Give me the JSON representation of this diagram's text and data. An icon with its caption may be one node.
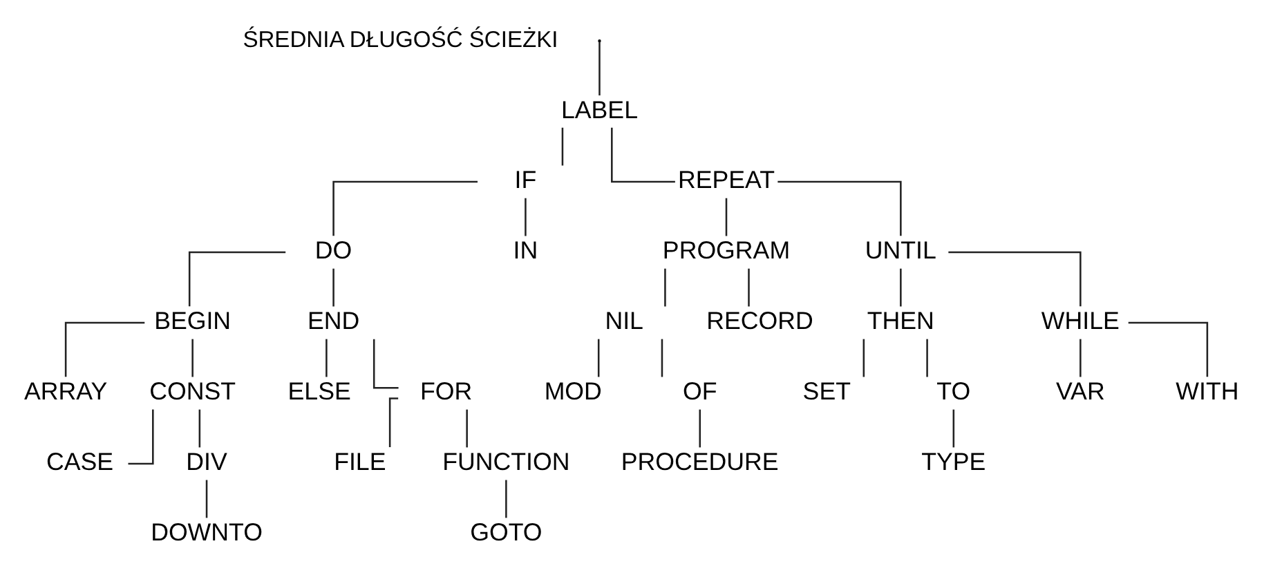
{
  "diagram": {
    "nodes": [
      {
        "text": [
          "LABEL"
        ]
      },
      {
        "text": [
          "IF"
        ]
      },
      {
        "text": [
          "REPEAT"
        ]
      },
      {
        "text": [
          "DO"
        ]
      },
      {
        "text": [
          "IN"
        ]
      },
      {
        "text": [
          "PROGRAM"
        ]
      },
      {
        "text": [
          "UNTIL"
        ]
      },
      {
        "text": [
          "BEGIN"
        ]
      },
      {
        "text": [
          "END"
        ]
      },
      {
        "text": [
          "NIL"
        ]
      },
      {
        "text": [
          "RECORD"
        ]
      },
      {
        "text": [
          "THEN"
        ]
      },
      {
        "text": [
          "WHILE"
        ]
      },
      {
        "text": [
          "ARRAY"
        ]
      },
      {
        "text": [
          "CONST"
        ]
      },
      {
        "text": [
          "ELSE"
        ]
      },
      {
        "text": [
          "FOR"
        ]
      },
      {
        "text": [
          "MOD"
        ]
      },
      {
        "text": [
          "OF"
        ]
      },
      {
        "text": [
          "SET"
        ]
      },
      {
        "text": [
          "TO"
        ]
      },
      {
        "text": [
          "VAR"
        ]
      },
      {
        "text": [
          "WITH"
        ]
      },
      {
        "text": [
          "CASE"
        ]
      },
      {
        "text": [
          "DIV"
        ]
      },
      {
        "text": [
          "FILE"
        ]
      },
      {
        "text": [
          "FUNCTION"
        ]
      },
      {
        "text": [
          "PROCEDURE"
        ]
      },
      {
        "text": [
          "TYPE"
        ]
      },
      {
        "text": [
          "DOWNTO"
        ]
      },
      {
        "text": [
          "GOTO"
        ]
      }
    ],
    "edges": [
      {
        "from": null,
        "to": 0,
        "arrow": "none"
      },
      {
        "from": 0,
        "to": 1,
        "arrow": "none"
      },
      {
        "from": 0,
        "to": 2,
        "arrow": "none"
      },
      {
        "from": 1,
        "to": 3,
        "arrow": "none"
      },
      {
        "from": 1,
        "to": 4,
        "arrow": "none"
      },
      {
        "from": 2,
        "to": 5,
        "arrow": "none"
      },
      {
        "from": 2,
        "to": 6,
        "arrow": "none"
      },
      {
        "from": 3,
        "to": 7,
        "arrow": "none"
      },
      {
        "from": 3,
        "to": 8,
        "arrow": "none"
      },
      {
        "from": 5,
        "to": 9,
        "arrow": "none"
      },
      {
        "from": 5,
        "to": 10,
        "arrow": "none"
      },
      {
        "from": 6,
        "to": 11,
        "arrow": "none"
      },
      {
        "from": 6,
        "to": 12,
        "arrow": "none"
      },
      {
        "from": 7,
        "to": 13,
        "arrow": "none"
      },
      {
        "from": 7,
        "to": 14,
        "arrow": "none"
      },
      {
        "from": 8,
        "to": 15,
        "arrow": "none"
      },
      {
        "from": 8,
        "to": 16,
        "arrow": "none"
      },
      {
        "from": 9,
        "to": 17,
        "arrow": "none"
      },
      {
        "from": 9,
        "to": 18,
        "arrow": "none"
      },
      {
        "from": 11,
        "to": 19,
        "arrow": "none"
      },
      {
        "from": 11,
        "to": 20,
        "arrow": "none"
      },
      {
        "from": 12,
        "to": 21,
        "arrow": "none"
      },
      {
        "from": 12,
        "to": 22,
        "arrow": "none"
      },
      {
        "from": 14,
        "to": 23,
        "arrow": "none"
      },
      {
        "from": 14,
        "to": 24,
        "arrow": "none"
      },
      {
        "from": 16,
        "to": 25,
        "arrow": "none"
      },
      {
        "from": 16,
        "to": 26,
        "arrow": "none"
      },
      {
        "from": 18,
        "to": 27,
        "arrow": "none"
      },
      {
        "from": 20,
        "to": 28,
        "arrow": "none"
      },
      {
        "from": 24,
        "to": 29,
        "arrow": "none"
      },
      {
        "from": 26,
        "to": 30,
        "arrow": "none"
      }
    ],
    "labels": [
      "ŚREDNIA DŁUGOŚĆ ŚCIEŻKI"
    ]
  }
}
